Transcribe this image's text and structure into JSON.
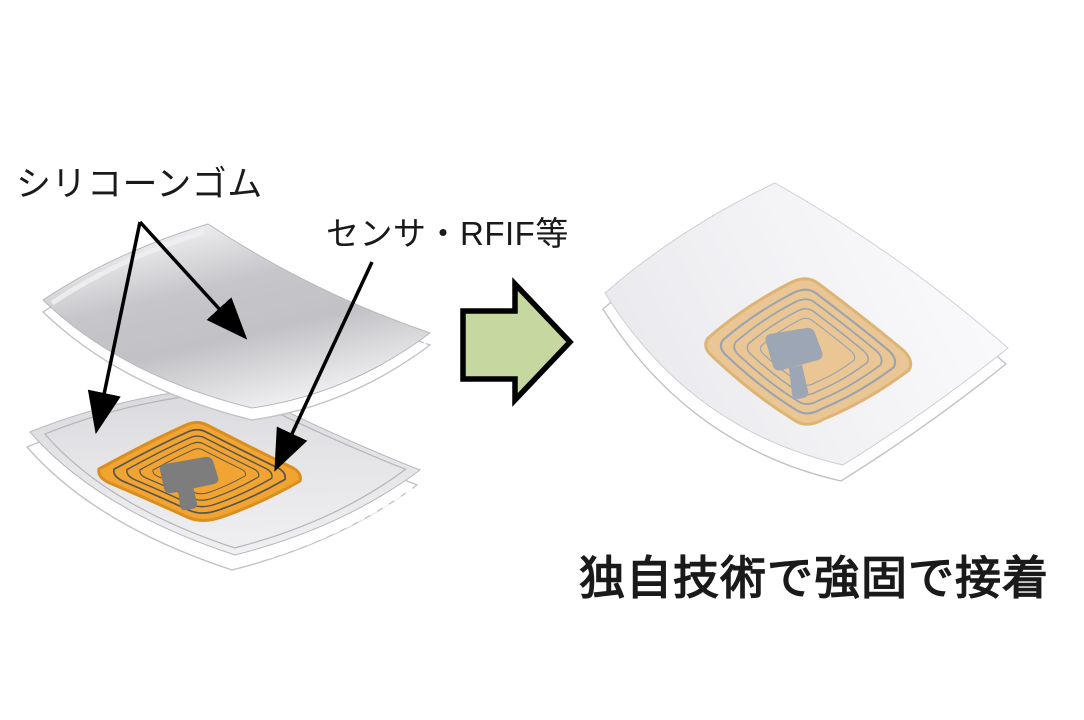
{
  "labels": {
    "silicone_rubber": "シリコーンゴム",
    "sensor": "センサ・RFIF等",
    "caption": "独自技術で強固で接着"
  },
  "icons": {
    "process_arrow": "green-right-block-arrow-icon",
    "callout_arrow": "black-pointer-arrow"
  },
  "colors": {
    "background": "#FFFFFF",
    "text_color": "#1A1A1A",
    "tag_fill": "#F1A432",
    "tag_border": "#D98E1E",
    "tag_coil": "#57544A",
    "tag_chip": "#7D7D7D",
    "bonded_tag_fill": "#E9C693",
    "bonded_tag_border": "#DDB476",
    "bonded_coil": "#9AA3B0",
    "bonded_chip": "#9CA6B4",
    "process_arrow_fill": "#C7D7A0",
    "process_arrow_border": "#000000",
    "callout_color": "#000000",
    "sheet_gray": "#C6C6CA",
    "sheet_light": "#EFEFF2"
  }
}
